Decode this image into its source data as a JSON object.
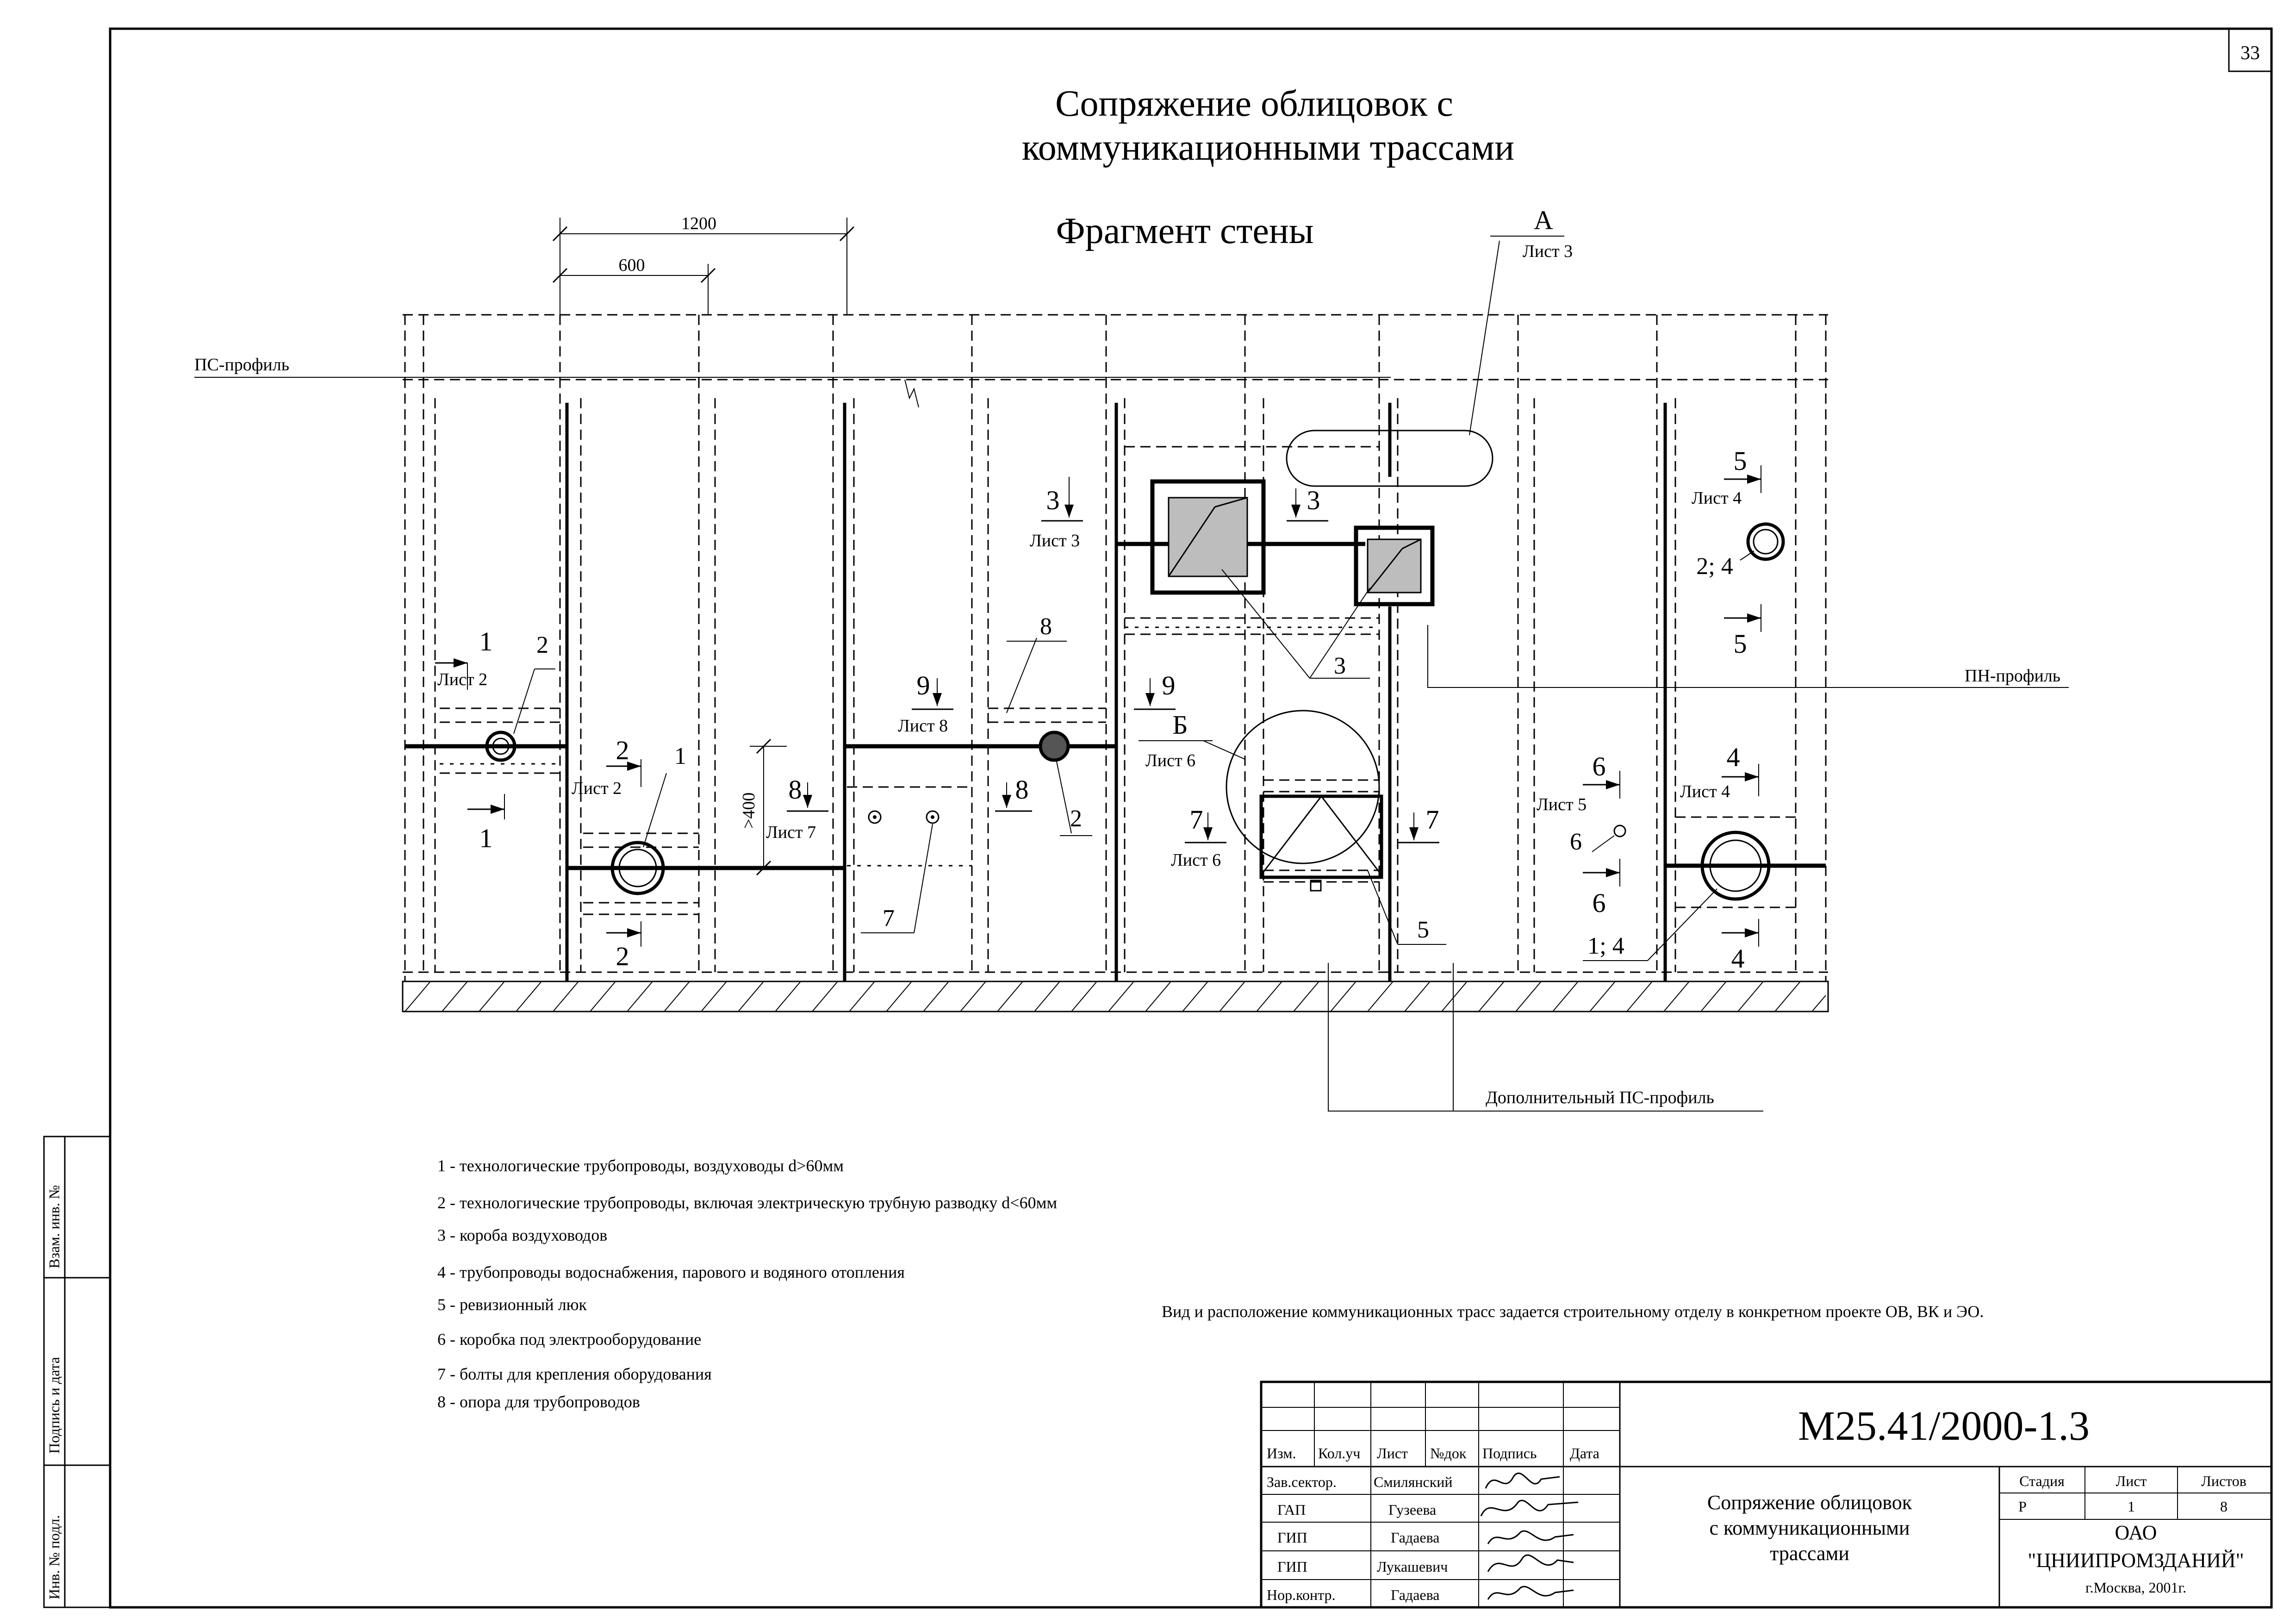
{
  "sheet_number": "33",
  "title": {
    "line1": "Сопряжение облицовок с",
    "line2": "коммуникационными трассами",
    "fragment": "Фрагмент стены"
  },
  "dimensions": {
    "d1200": "1200",
    "d600": "600",
    "d400": ">400"
  },
  "profiles": {
    "ps": "ПС-профиль",
    "pn": "ПН-профиль",
    "extra_ps": "Дополнительный ПС-профиль"
  },
  "view_a": {
    "letter": "А",
    "sheet": "Лист 3"
  },
  "view_b": {
    "letter": "Б",
    "sheet": "Лист 6"
  },
  "sections": {
    "s1": {
      "num": "1",
      "sheet": "Лист 2"
    },
    "s2": {
      "num": "2",
      "sheet": "Лист 2"
    },
    "s3a": {
      "num": "3",
      "sheet": "Лист 3"
    },
    "s3b": {
      "num": "3"
    },
    "s4": {
      "num": "4",
      "sheet": "Лист 4"
    },
    "s5": {
      "num": "5",
      "sheet": "Лист 4"
    },
    "s6": {
      "num": "6",
      "sheet": "Лист 5"
    },
    "s7a": {
      "num": "7",
      "sheet": "Лист 6"
    },
    "s7b": {
      "num": "7"
    },
    "s8a": {
      "num": "8",
      "sheet": "Лист 7"
    },
    "s8b": {
      "num": "8"
    },
    "s9a": {
      "num": "9",
      "sheet": "Лист 8"
    },
    "s9b": {
      "num": "9"
    }
  },
  "callouts": {
    "c1": "1",
    "c2a": "2",
    "c2b": "2",
    "c3": "3",
    "c5": "5",
    "c6": "6",
    "c7": "7",
    "c8": "8",
    "c14": "1; 4",
    "c24": "2; 4"
  },
  "legend": [
    "1 - технологические трубопроводы, воздуховоды  d>60мм",
    "2 - технологические трубопроводы, включая  электрическую трубную разводку d<60мм",
    "3 - короба воздуховодов",
    "4 - трубопроводы водоснабжения, парового  и водяного отопления",
    "5 - ревизионный люк",
    "6 - коробка под электрооборудование",
    "7 - болты для крепления оборудования",
    "8 - опора для трубопроводов"
  ],
  "note": "Вид и расположение коммуникационных трасс задается строительному отделу в конкретном проекте ОВ, ВК и ЭО.",
  "side_stamp": {
    "vzam": "Взам. инв. №",
    "podpis": "Подпись и дата",
    "inv": "Инв. № подл."
  },
  "stamp": {
    "code": "М25.41/2000-1.3",
    "headers": [
      "Изм.",
      "Кол.уч",
      "Лист",
      "№док",
      "Подпись",
      "Дата"
    ],
    "rows": [
      {
        "role": "Зав.сектор.",
        "name": "Смилянский"
      },
      {
        "role": "ГАП",
        "name": "Гузеева"
      },
      {
        "role": "ГИП",
        "name": "Гадаева"
      },
      {
        "role": "ГИП",
        "name": "Лукашевич"
      },
      {
        "role": "Нор.контр.",
        "name": "Гадаева"
      }
    ],
    "doc_title": [
      "Сопряжение облицовок",
      "с коммуникационными",
      "трассами"
    ],
    "stage_label": "Стадия",
    "sheet_label": "Лист",
    "sheets_label": "Листов",
    "stage": "Р",
    "sheet": "1",
    "sheets": "8",
    "org1": "ОАО",
    "org2": "\"ЦНИИПРОМЗДАНИЙ\"",
    "city": "г.Москва, 2001г."
  }
}
